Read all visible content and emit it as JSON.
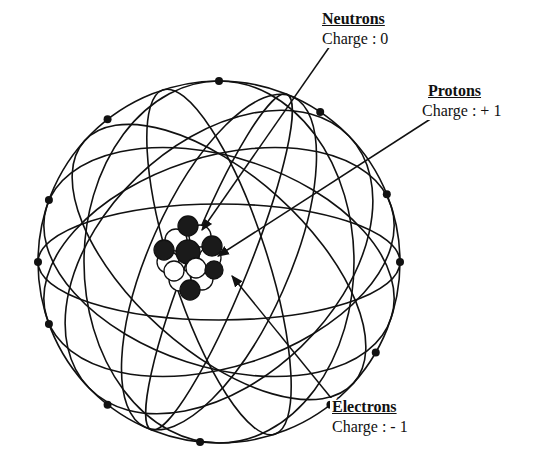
{
  "diagram": {
    "labels": [
      "Neutrons",
      "Charge : 0",
      "Protons",
      "Charge : + 1",
      "Électrons",
      "Charge : - 1"
    ]
  }
}
